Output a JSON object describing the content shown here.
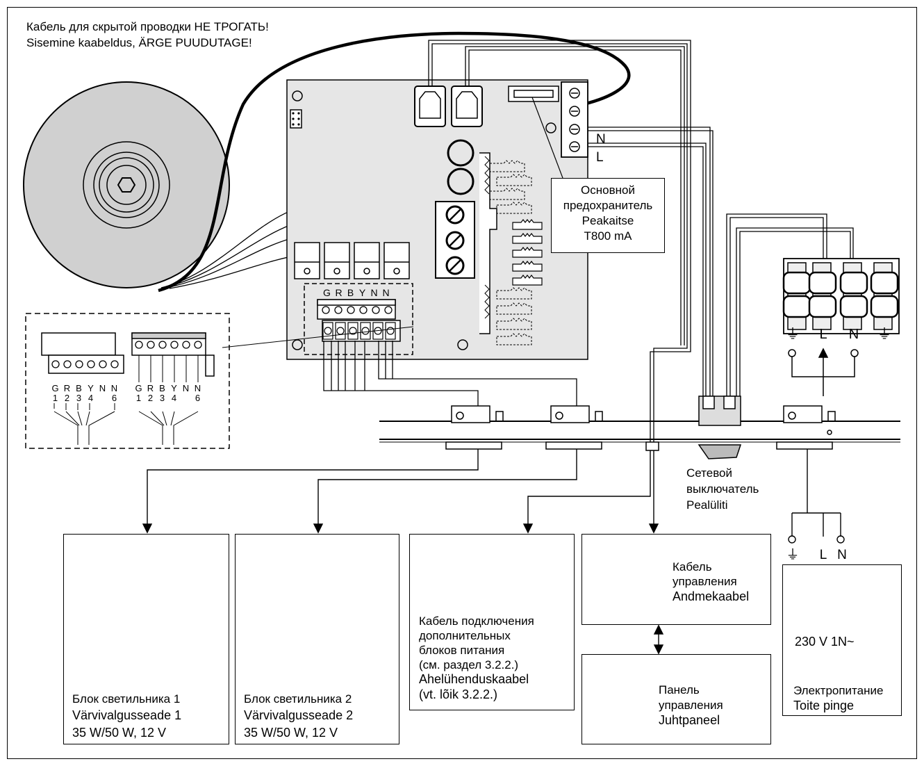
{
  "warning": {
    "line1": "Кабель для скрытой проводки НЕ ТРОГАТЬ!",
    "line2": "Sisemine kaabeldus, ÄRGE PUUDUTAGE!"
  },
  "main_fuse": {
    "line1": "Основной",
    "line2": "предохранитель",
    "line3": "Peakaitse",
    "line4": "T800 mA"
  },
  "terminal_labels": {
    "n": "N",
    "l": "L"
  },
  "connector_letters": [
    "G",
    "R",
    "B",
    "Y",
    "N",
    "N"
  ],
  "inset": {
    "left_letters": [
      "G",
      "R",
      "B",
      "Y",
      "N",
      "N"
    ],
    "left_numbers": [
      "1",
      "2",
      "3",
      "4",
      "",
      "6"
    ],
    "right_letters": [
      "G",
      "R",
      "B",
      "Y",
      "N",
      "N"
    ],
    "right_numbers": [
      "1",
      "2",
      "3",
      "4",
      "",
      "6"
    ]
  },
  "terminal_block": {
    "labels": [
      "⏚",
      "L",
      "N",
      "⏚"
    ]
  },
  "power_switch": {
    "line1": "Сетевой",
    "line2": "выключатель",
    "line3": "Pealüliti"
  },
  "supply_terminals": [
    "⏚",
    "L",
    "N"
  ],
  "lamp_unit_1": {
    "line1": "Блок светильника 1",
    "line2": "Värvivalgusseade 1",
    "line3": "35 W/50 W, 12 V"
  },
  "lamp_unit_2": {
    "line1": "Блок светильника 2",
    "line2": "Värvivalgusseade 2",
    "line3": "35 W/50 W, 12 V"
  },
  "link_cable": {
    "line1": "Кабель подключения",
    "line2": "дополнительных",
    "line3": "блоков питания",
    "line4": "(см. раздел 3.2.2.)",
    "line5": "Ahelühenduskaabel",
    "line6": "(vt. lõik 3.2.2.)"
  },
  "control_cable": {
    "line1": "Кабель",
    "line2": "управления",
    "line3": "Andmekaabel"
  },
  "control_panel": {
    "line1": "Панель",
    "line2": "управления",
    "line3": "Juhtpaneel"
  },
  "power_supply": {
    "voltage": "230 V 1N~",
    "line1": "Электропитание",
    "line2": "Toite pinge"
  }
}
